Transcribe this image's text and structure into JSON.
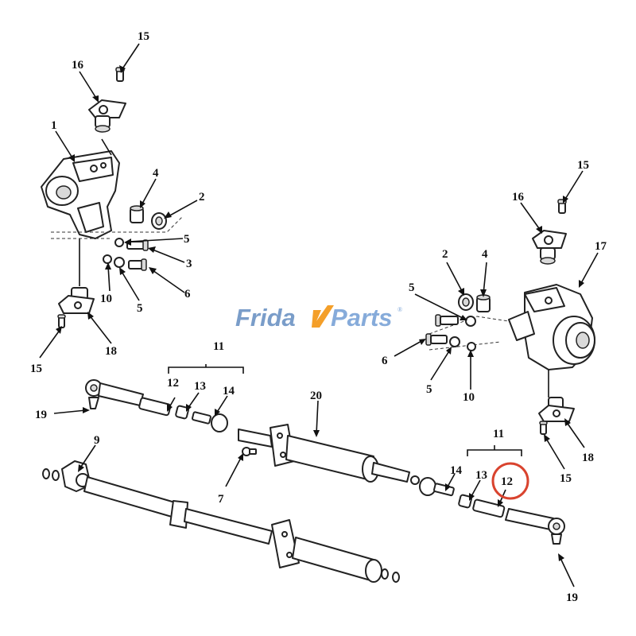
{
  "watermark": {
    "part1": "Frida",
    "part2": "Parts",
    "registered": "®"
  },
  "callouts": {
    "c1": "1",
    "c2a": "2",
    "c2b": "2",
    "c3": "3",
    "c4a": "4",
    "c4b": "4",
    "c5a": "5",
    "c5b": "5",
    "c5c": "5",
    "c5d": "5",
    "c6a": "6",
    "c6b": "6",
    "c7": "7",
    "c9": "9",
    "c10a": "10",
    "c10b": "10",
    "c11a": "11",
    "c11b": "11",
    "c12a": "12",
    "c12b": "12",
    "c13a": "13",
    "c13b": "13",
    "c14a": "14",
    "c14b": "14",
    "c15a": "15",
    "c15b": "15",
    "c15c": "15",
    "c15d": "15",
    "c16a": "16",
    "c16b": "16",
    "c17": "17",
    "c18a": "18",
    "c18b": "18",
    "c19a": "19",
    "c19b": "19",
    "c20": "20"
  },
  "highlight": {
    "callout": "12",
    "color": "#d9432e"
  },
  "colors": {
    "line": "#222222",
    "watermark_blue": "#6c93c4",
    "watermark_orange": "#f39a1e"
  }
}
